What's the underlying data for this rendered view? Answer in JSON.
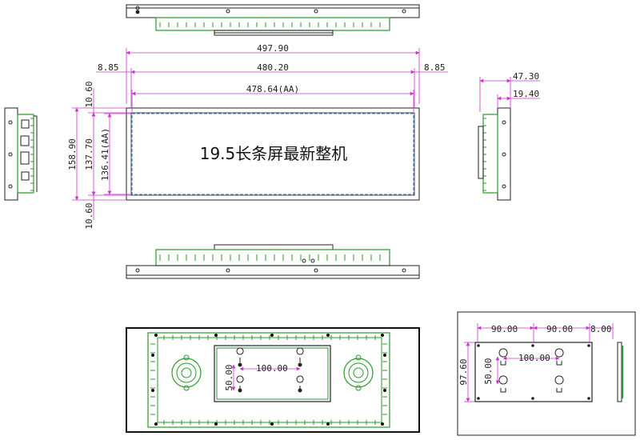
{
  "title": "19.5长条屏最新整机",
  "dims": {
    "overall_width": "497.90",
    "panel_width": "480.20",
    "aa_width": "478.64(AA)",
    "left_margin": "8.85",
    "right_margin": "8.85",
    "top_margin": "10.60",
    "bottom_margin": "10.60",
    "overall_height": "158.90",
    "panel_height": "137.70",
    "aa_height": "136.41(AA)",
    "depth_total": "47.30",
    "depth_panel": "19.40"
  },
  "mount": {
    "hole_spacing_h": "100.00",
    "hole_spacing_v": "50.00"
  },
  "bracket": {
    "span_1": "90.00",
    "span_2": "90.00",
    "edge": "8.00",
    "hole_spacing_h": "100.00",
    "hole_spacing_v": "50.00",
    "height": "97.60"
  },
  "colors": {
    "line": "#222222",
    "dimension": "#cc33cc",
    "board": "#2a9a2a",
    "aa_dash": "#3a7ad0"
  }
}
